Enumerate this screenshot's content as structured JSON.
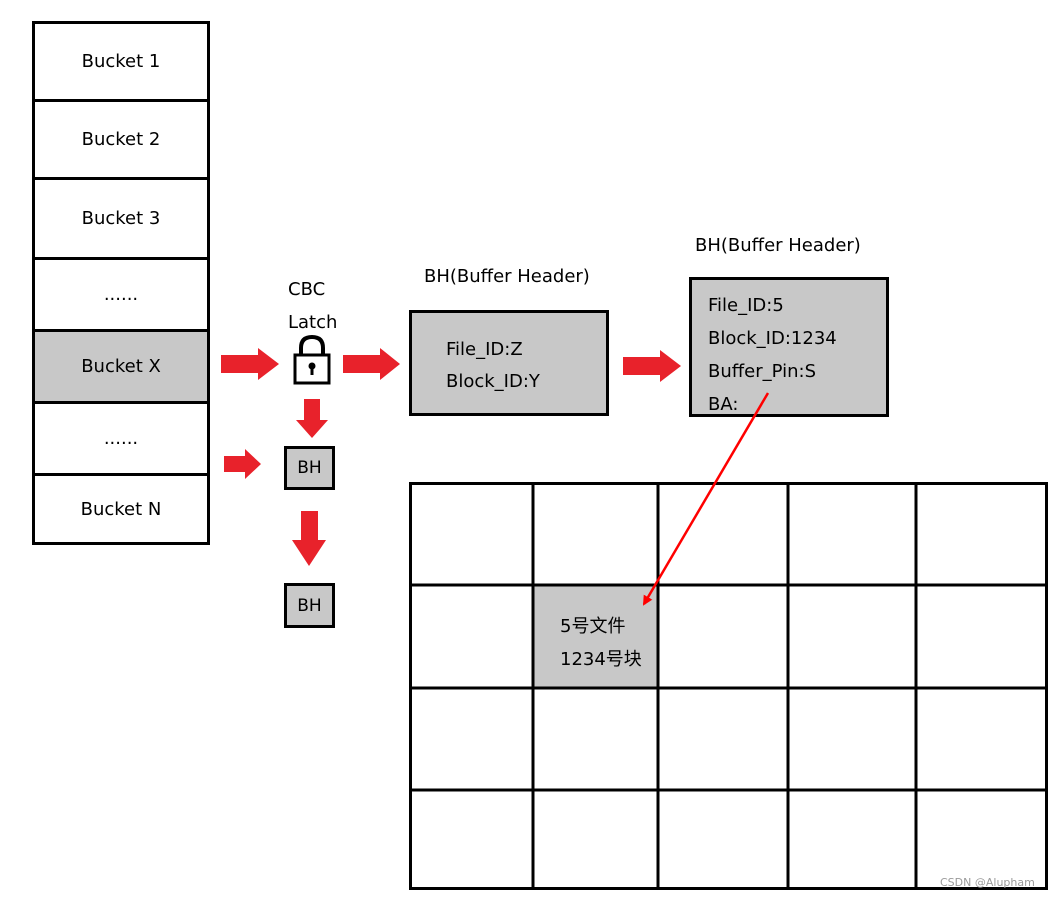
{
  "buckets": [
    {
      "label": "Bucket 1"
    },
    {
      "label": "Bucket 2"
    },
    {
      "label": "Bucket 3"
    },
    {
      "label": "......"
    },
    {
      "label": "Bucket X"
    },
    {
      "label": "......"
    },
    {
      "label": "Bucket N"
    }
  ],
  "cbc_latch": {
    "line1": "CBC",
    "line2": "Latch"
  },
  "bh_small": [
    "BH",
    "BH"
  ],
  "bh1": {
    "title": "BH(Buffer Header)",
    "lines": [
      "File_ID:Z",
      "Block_ID:Y"
    ]
  },
  "bh2": {
    "title": "BH(Buffer Header)",
    "lines": [
      "File_ID:5",
      "Block_ID:1234",
      "Buffer_Pin:S",
      "BA:"
    ]
  },
  "grid_cell": {
    "line1": "5号文件",
    "line2": "1234号块"
  },
  "watermark": "CSDN @Alupham",
  "colors": {
    "arrow": "#e8222b",
    "highlight": "#c8c8c8",
    "border": "#000000",
    "pointer": "#ff0000"
  }
}
